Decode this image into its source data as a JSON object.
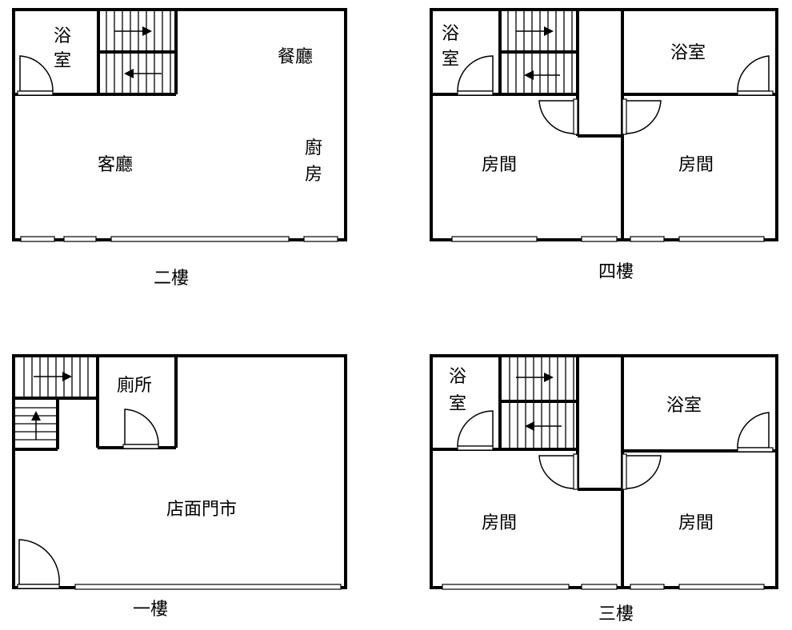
{
  "floors": {
    "f2": {
      "caption": "二樓",
      "rooms": {
        "bath": [
          "浴",
          "室"
        ],
        "dining": "餐廳",
        "living": "客廳",
        "kitchen": [
          "廚",
          "房"
        ]
      }
    },
    "f4": {
      "caption": "四樓",
      "rooms": {
        "bath_left": [
          "浴",
          "室"
        ],
        "bath_right": "浴室",
        "room_left": "房間",
        "room_right": "房間"
      }
    },
    "f1": {
      "caption": "一樓",
      "rooms": {
        "toilet": "廁所",
        "shop": "店面門市"
      }
    },
    "f3": {
      "caption": "三樓",
      "rooms": {
        "bath_left": [
          "浴",
          "室"
        ],
        "bath_right": "浴室",
        "room_left": "房間",
        "room_right": "房間"
      }
    }
  }
}
